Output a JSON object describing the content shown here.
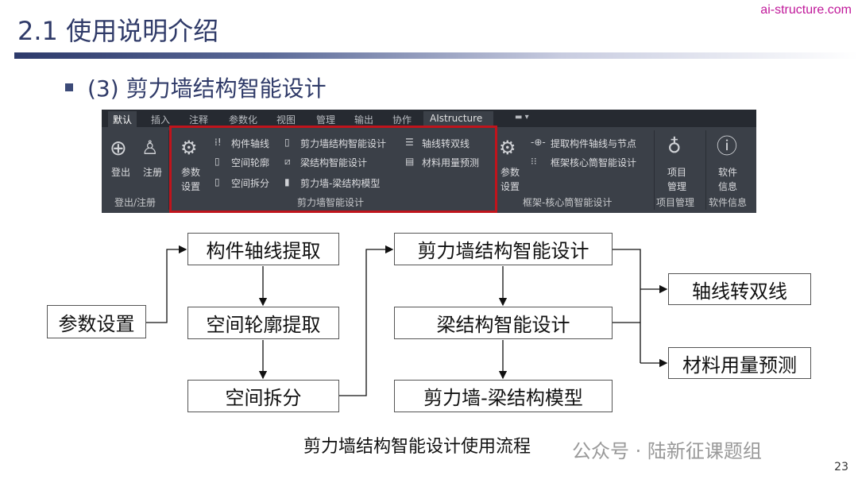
{
  "header": {
    "title": "2.1 使用说明介绍",
    "site": "ai-structure.com",
    "subtitle": "(3) 剪力墙结构智能设计"
  },
  "ribbon": {
    "tabs": [
      "默认",
      "插入",
      "注释",
      "参数化",
      "视图",
      "管理",
      "输出",
      "协作",
      "AIstructure"
    ],
    "login": {
      "logout": "登出",
      "register": "注册",
      "group": "登出/注册"
    },
    "shearwall": {
      "params": [
        "参数",
        "设置"
      ],
      "axis": "构件轴线",
      "outline": "空间轮廓",
      "split": "空间拆分",
      "sw_design": "剪力墙结构智能设计",
      "beam_design": "梁结构智能设计",
      "model": "剪力墙-梁结构模型",
      "double_line": "轴线转双线",
      "material": "材料用量预测",
      "group": "剪力墙智能设计"
    },
    "frame": {
      "params": [
        "参数",
        "设置"
      ],
      "extract": "提取构件轴线与节点",
      "core": "框架核心筒智能设计",
      "group": "框架-核心筒智能设计"
    },
    "project": {
      "label": [
        "项目",
        "管理"
      ],
      "group": "项目管理"
    },
    "info": {
      "label": [
        "软件",
        "信息"
      ],
      "group": "软件信息"
    }
  },
  "flow": {
    "params": "参数设置",
    "axis": "构件轴线提取",
    "outline": "空间轮廓提取",
    "split": "空间拆分",
    "sw": "剪力墙结构智能设计",
    "beam": "梁结构智能设计",
    "model": "剪力墙-梁结构模型",
    "double": "轴线转双线",
    "material": "材料用量预测"
  },
  "caption": "剪力墙结构智能设计使用流程",
  "watermark": "公众号 · 陆新征课题组",
  "page_number": "23"
}
